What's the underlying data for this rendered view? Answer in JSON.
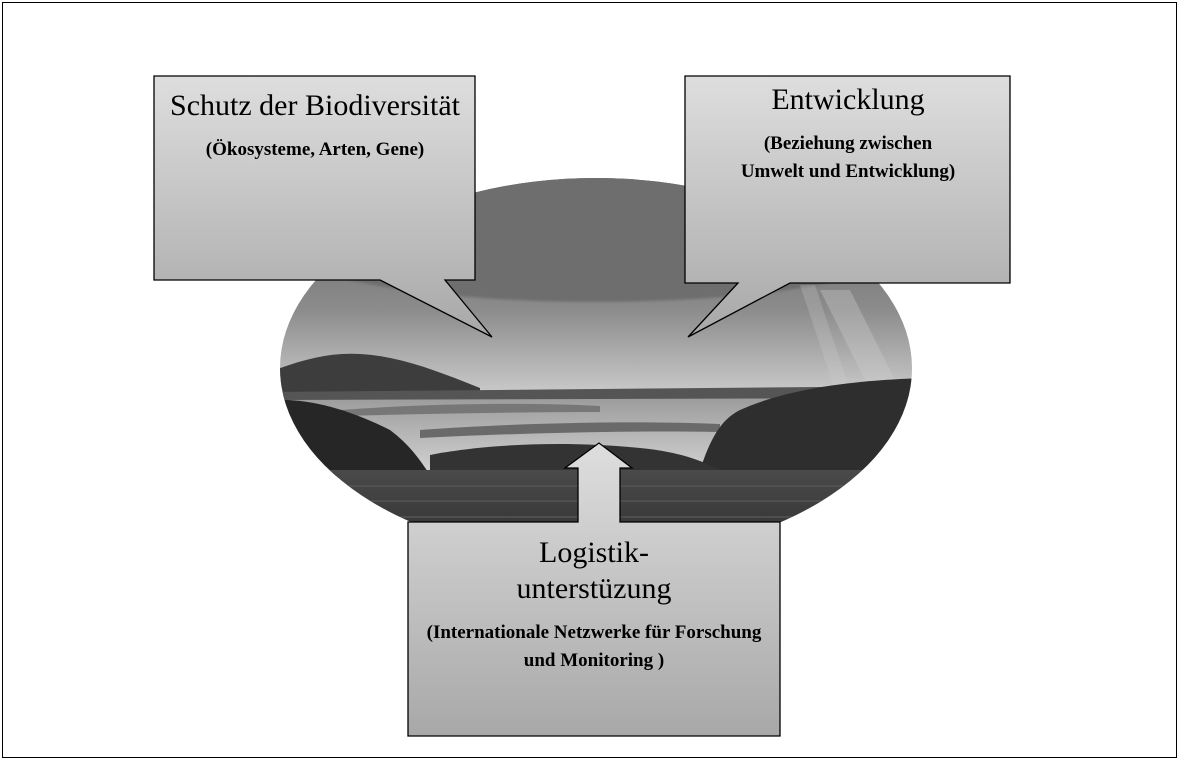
{
  "callouts": {
    "biodiversity": {
      "title": "Schutz der Biodiversität",
      "subtitle": "(Ökosysteme, Arten, Gene)"
    },
    "development": {
      "title": "Entwicklung",
      "subtitle": "(Beziehung zwischen Umwelt und Entwicklung)"
    },
    "logistics": {
      "title": "Logistik-unterstüzung",
      "subtitle": "(Internationale Netzwerke für Forschung und Monitoring )"
    }
  },
  "colors": {
    "box_top": "#dcdcdc",
    "box_bottom": "#a9a9a9",
    "sky": "#c8c8c8",
    "cloud": "#7a7a7a",
    "water": "#b5b5b5",
    "land": "#3a3a3a"
  },
  "photo": {
    "subject": "grayscale landscape photo of a lake and hills, oval crop"
  }
}
